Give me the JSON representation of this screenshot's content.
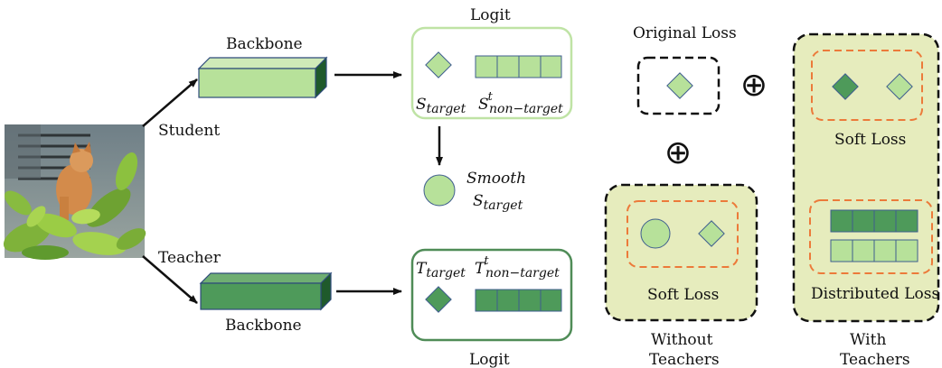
{
  "labels": {
    "logit_top": "Logit",
    "logit_bottom": "Logit",
    "backbone_top": "Backbone",
    "backbone_bottom": "Backbone",
    "student": "Student",
    "teacher": "Teacher",
    "original_loss": "Original Loss",
    "soft_loss_without": "Soft Loss",
    "soft_loss_with": "Soft  Loss",
    "distributed_loss": "Distributed Loss",
    "without_line1": "Without",
    "without_line2": "Teachers",
    "with_line1": "With",
    "with_line2": "Teachers",
    "plus_symbol": "⊕"
  },
  "math": {
    "s_target_base": "S",
    "s_target_sub": "target",
    "s_nontarget_base": "S",
    "s_nontarget_sup": "t",
    "s_nontarget_sub": "non−target",
    "t_target_base": "T",
    "t_target_sub": "target",
    "t_nontarget_base": "T",
    "t_nontarget_sup": "t",
    "t_nontarget_sub": "non−target",
    "smooth": "Smooth",
    "smooth_s_base": "S",
    "smooth_s_sub": "target"
  },
  "colors": {
    "student_light": "#b7e19a",
    "teacher_dark": "#4e9a5a",
    "panel_fill": "#e6ecbd",
    "orange_dash": "#ec7a3a",
    "stroke_blue": "#3f5e8f",
    "logit_border_light": "#bfe3a5",
    "logit_border_dark": "#4f8c57"
  },
  "icons": {
    "input_image": "cat-photo-in-plants"
  }
}
